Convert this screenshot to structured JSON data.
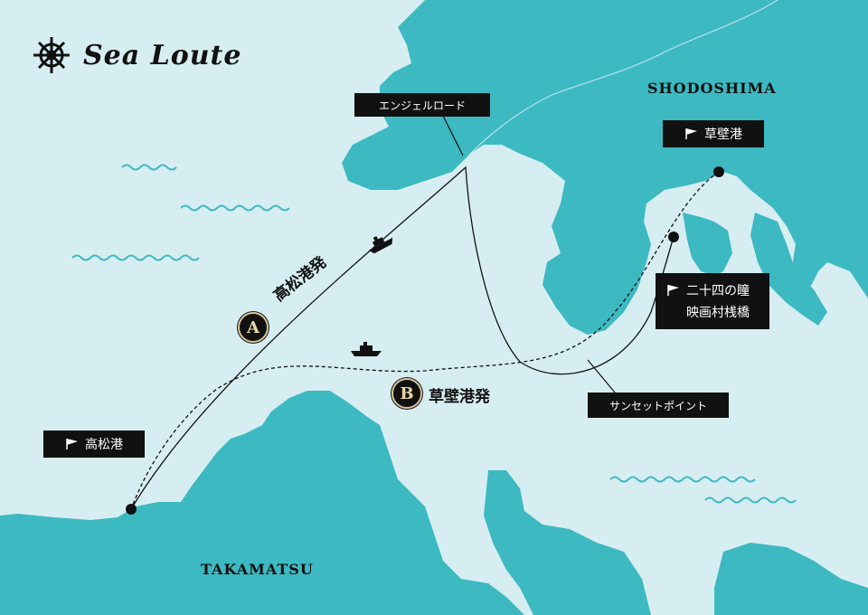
{
  "brand": {
    "title": "Sea Loute",
    "icon": "ship-wheel-icon"
  },
  "regions": {
    "shodoshima": "SHODOSHIMA",
    "takamatsu": "TAKAMATSU"
  },
  "ports": {
    "takamatsu_port": "高松港",
    "kusakabe_port": "草壁港",
    "pier_line1": "二十四の瞳",
    "pier_line2": "映画村桟橋"
  },
  "spots": {
    "angel_road": "エンジェルロード",
    "sunset_point": "サンセットポイント"
  },
  "routes": {
    "a": {
      "badge": "A",
      "label": "高松港発"
    },
    "b": {
      "badge": "B",
      "label": "草壁港発"
    }
  },
  "colors": {
    "sea": "#d6eef2",
    "land": "#3db9c2",
    "label_bg": "#111111",
    "badge_ring": "#d9c69a",
    "wave": "#3db9c2"
  }
}
